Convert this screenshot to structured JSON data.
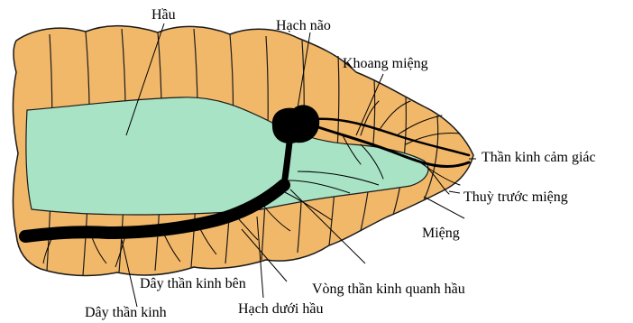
{
  "colors": {
    "body_fill": "#f2b86a",
    "body_stroke": "#1a1a1a",
    "pharynx_fill": "#a8e3c6",
    "nerve_color": "#000000",
    "background": "#ffffff"
  },
  "labels": {
    "hau": "Hầu",
    "hach_nao": "Hạch não",
    "khoang_mieng": "Khoang miệng",
    "than_kinh_cam_giac": "Thần kinh cảm giác",
    "thuy_truoc_mieng": "Thuỳ trước miệng",
    "mieng": "Miệng",
    "vong_than_kinh": "Vòng thần kinh quanh hầu",
    "day_than_kinh_ben": "Dây thần kinh bên",
    "day_than_kinh": "Dây thần kinh",
    "hach_duoi_hau": "Hạch dưới hầu"
  }
}
